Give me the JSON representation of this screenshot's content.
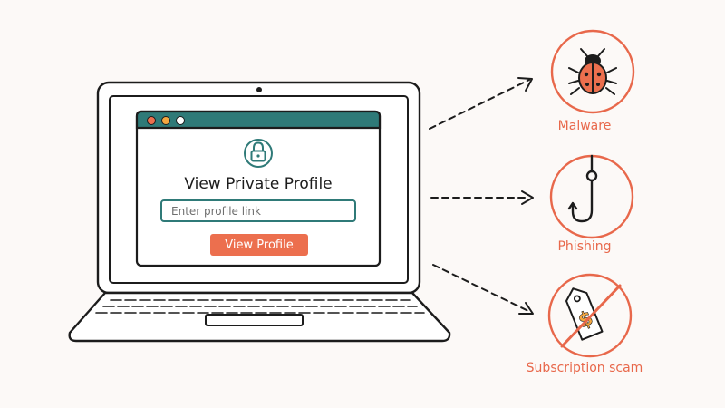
{
  "window": {
    "title": "View Private Profile",
    "input_placeholder": "Enter profile link",
    "button_label": "View Profile"
  },
  "threats": [
    {
      "label": "Malware",
      "icon": "bug-icon"
    },
    {
      "label": "Phishing",
      "icon": "fishing-hook-icon"
    },
    {
      "label": "Subscription scam",
      "icon": "crossed-price-tag-icon"
    }
  ],
  "colors": {
    "accent": "#ec6f4e",
    "teal": "#2f7a78",
    "ink": "#1c1c1c",
    "background": "#fcf9f7"
  }
}
